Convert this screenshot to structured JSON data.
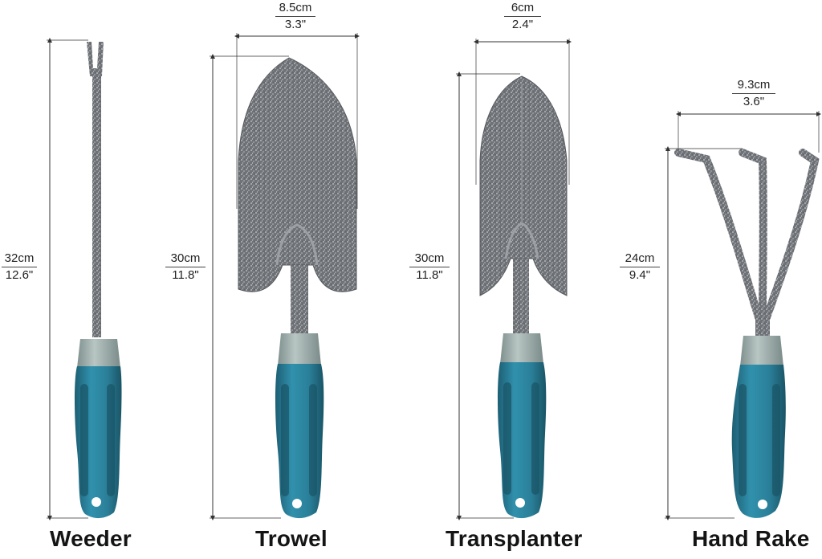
{
  "tools": [
    {
      "name": "Weeder",
      "height": {
        "metric": "32cm",
        "imperial": "12.6\""
      }
    },
    {
      "name": "Trowel",
      "width": {
        "metric": "8.5cm",
        "imperial": "3.3\""
      },
      "height": {
        "metric": "30cm",
        "imperial": "11.8\""
      }
    },
    {
      "name": "Transplanter",
      "width": {
        "metric": "6cm",
        "imperial": "2.4\""
      },
      "height": {
        "metric": "30cm",
        "imperial": "11.8\""
      }
    },
    {
      "name": "Hand Rake",
      "width": {
        "metric": "9.3cm",
        "imperial": "3.6\""
      },
      "height": {
        "metric": "24cm",
        "imperial": "9.4\""
      }
    }
  ],
  "colors": {
    "handle": "#2a7f98",
    "handle_dark": "#1d5f74",
    "collar": "#9fb0ad",
    "metal": "#6b6e72",
    "metal_light": "#a9acb0",
    "dimension_line": "#333333"
  }
}
